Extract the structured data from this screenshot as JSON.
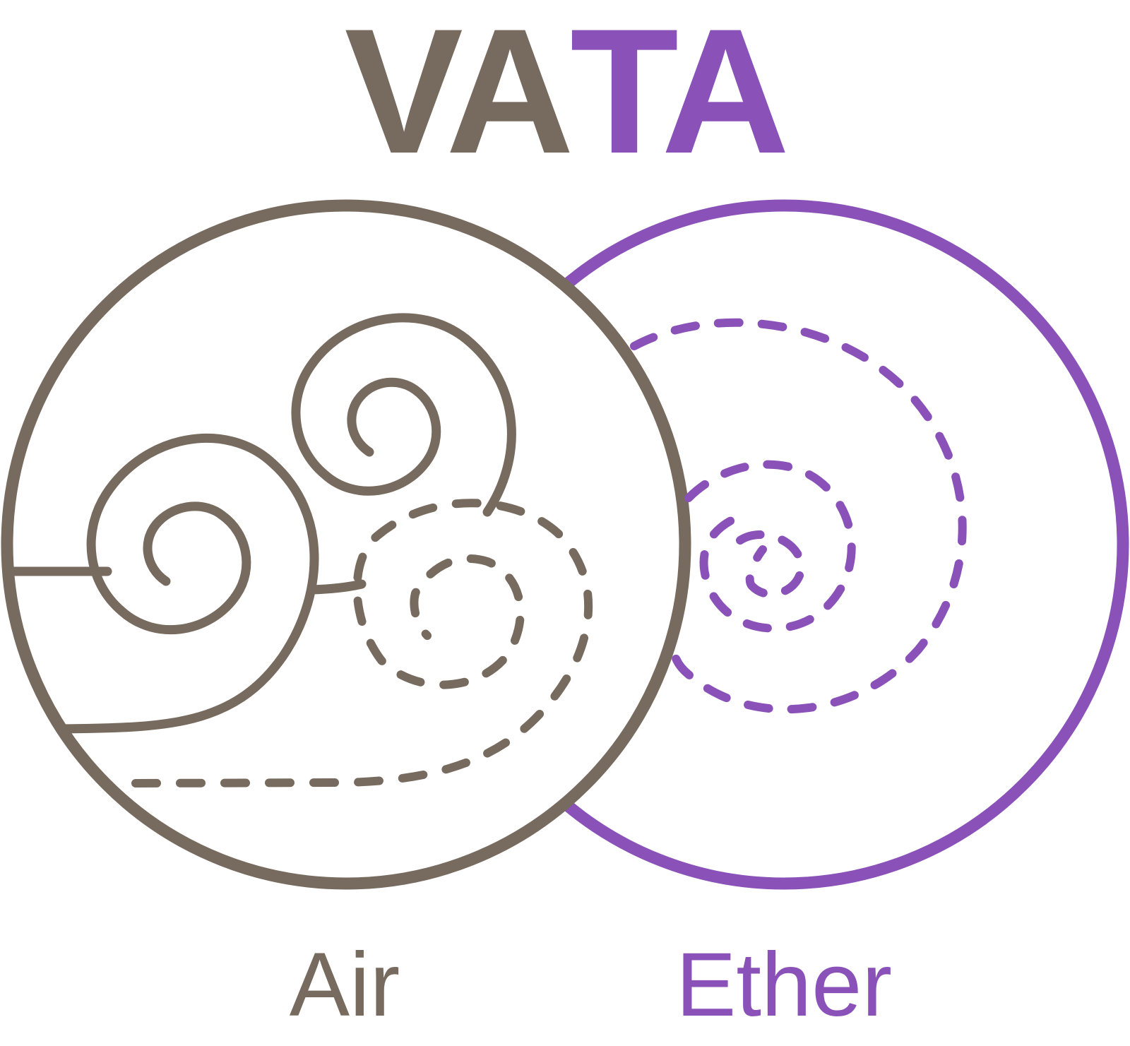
{
  "title": {
    "part1": "VA",
    "part2": "TA"
  },
  "elements": {
    "air": {
      "label": "Air",
      "icon": "wind-swirl-icon"
    },
    "ether": {
      "label": "Ether",
      "icon": "dashed-spiral-icon"
    }
  },
  "colors": {
    "air": "#776a5e",
    "ether": "#8a52b8",
    "background": "#ffffff"
  }
}
